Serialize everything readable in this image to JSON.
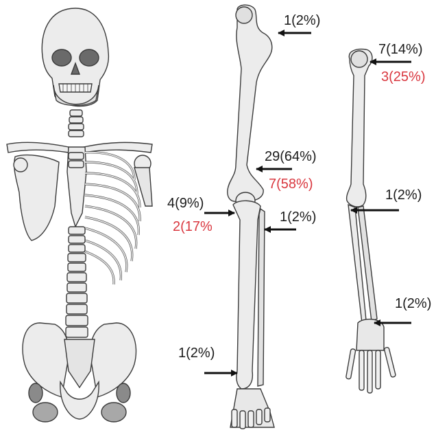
{
  "colors": {
    "bone": "#ececec",
    "bone_dark": "#d2d2d2",
    "outline": "#3a3a3a",
    "arrow": "#111111",
    "label": "#1a1a1a",
    "highlight": "#d9363e"
  },
  "annotations": {
    "femur_head": "1(2%)",
    "femur_distal": "29(64%)",
    "femur_distal_red": "7(58%)",
    "tibia_proximal": "4(9%)",
    "tibia_proximal_red": "2(17%",
    "fibula_proximal": "1(2%)",
    "tibia_distal": "1(2%)",
    "humerus_proximal": "7(14%)",
    "humerus_proximal_red": "3(25%)",
    "forearm_proximal": "1(2%)",
    "forearm_distal": "1(2%)"
  }
}
